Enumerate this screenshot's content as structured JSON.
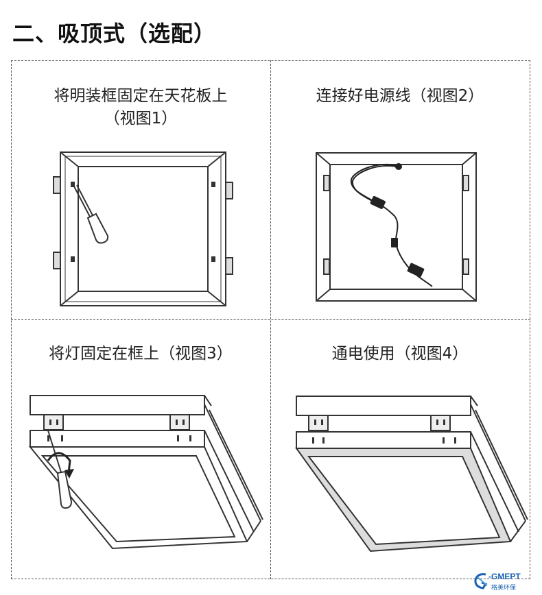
{
  "title": "二、吸顶式（选配）",
  "steps": [
    {
      "line1": "将明装框固定在天花板上",
      "line2": "（视图1）"
    },
    {
      "line1": "连接好电源线（视图2）"
    },
    {
      "line1": "将灯固定在框上（视图3）"
    },
    {
      "line1": "通电使用（视图4）"
    }
  ],
  "logo": {
    "brand": "-GMEPT",
    "sub": "格美环保"
  }
}
